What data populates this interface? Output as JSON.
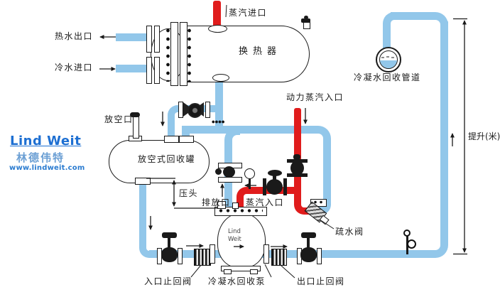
{
  "logo": {
    "name": "Lind Weit",
    "name_cn": "林德伟特",
    "website": "www.lindweit.com"
  },
  "labels": {
    "steam_inlet_top": "蒸汽进口",
    "hot_water_outlet": "热水出口",
    "cold_water_inlet": "冷水进口",
    "heat_exchanger": "换热器",
    "condensate_recovery_pipeline": "冷凝水回收管道",
    "motive_steam_inlet": "动力蒸汽入口",
    "vent_port": "放空口",
    "vented_recovery_tank": "放空式回收罐",
    "pressure_head": "压头",
    "discharge_port": "排放口",
    "pump_steam_inlet": "蒸汽入口",
    "steam_trap": "疏水阀",
    "inlet_check_valve": "入口止回阀",
    "condensate_recovery_pump": "冷凝水回收泵",
    "outlet_check_valve": "出口止回阀",
    "lift_meters": "提升(米)",
    "pump_brand_line1": "Lind",
    "pump_brand_line2": "Weit"
  },
  "colors": {
    "condensate_pipe": "#92c7ea",
    "steam_pipe": "#e01c1c",
    "outline": "#1a1a1a",
    "logo_blue": "#1d6fd2",
    "logo_cn_blue": "#6b9fd4",
    "logo_url_blue": "#2a7bd0"
  }
}
